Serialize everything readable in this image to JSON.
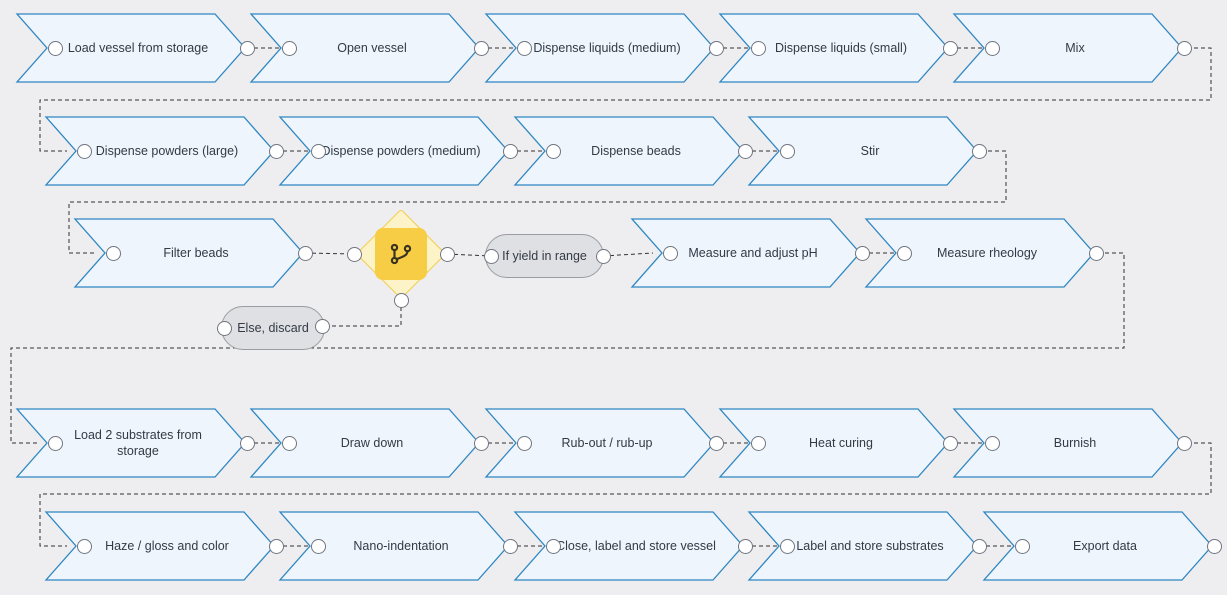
{
  "colors": {
    "background": "#eeeef0",
    "step_fill": "#eef5fc",
    "step_border": "#2e86c1",
    "decision_fill": "#fdf3c8",
    "decision_border": "#f2cc4e",
    "decision_icon_bg": "#f7cd45",
    "branch_fill": "#dfe0e3",
    "connector": "#333333"
  },
  "steps": [
    {
      "label": "Load vessel from storage"
    },
    {
      "label": "Open vessel"
    },
    {
      "label": "Dispense liquids (medium)"
    },
    {
      "label": "Dispense liquids (small)"
    },
    {
      "label": "Mix"
    },
    {
      "label": "Dispense powders (large)"
    },
    {
      "label": "Dispense powders (medium)"
    },
    {
      "label": "Dispense beads"
    },
    {
      "label": "Stir"
    },
    {
      "label": "Filter beads"
    },
    {
      "label": "Measure and adjust pH"
    },
    {
      "label": "Measure rheology"
    },
    {
      "label": "Load 2 substrates from storage"
    },
    {
      "label": "Draw down"
    },
    {
      "label": "Rub-out / rub-up"
    },
    {
      "label": "Heat curing"
    },
    {
      "label": "Burnish"
    },
    {
      "label": "Haze / gloss and color"
    },
    {
      "label": "Nano-indentation"
    },
    {
      "label": "Close, label and store vessel"
    },
    {
      "label": "Label and store substrates"
    },
    {
      "label": "Export data"
    }
  ],
  "decision": {
    "icon": "branch-icon"
  },
  "branches": {
    "if_label": "If yield in range",
    "else_label": "Else, discard"
  }
}
